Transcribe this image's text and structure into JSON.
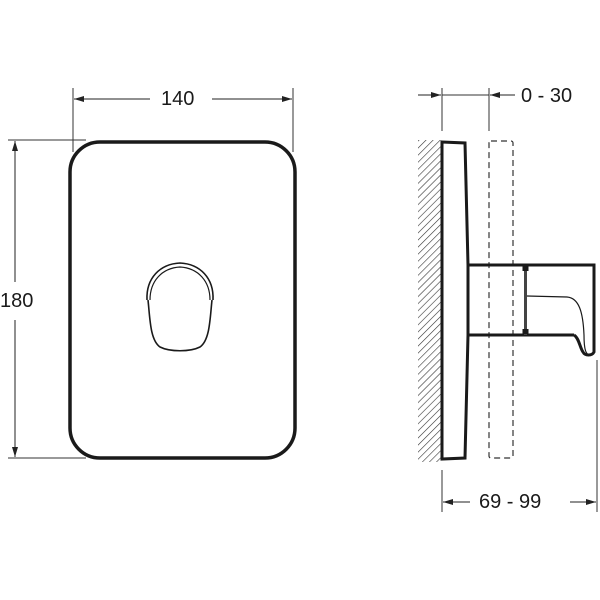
{
  "drawing": {
    "front_view": {
      "width_dimension": "140",
      "height_dimension": "180"
    },
    "side_view": {
      "projection_dimension": "0 - 30",
      "depth_dimension": "69 - 99"
    }
  },
  "colors": {
    "line": "#1a1a1a",
    "dim_line": "#333333",
    "background": "#ffffff"
  }
}
